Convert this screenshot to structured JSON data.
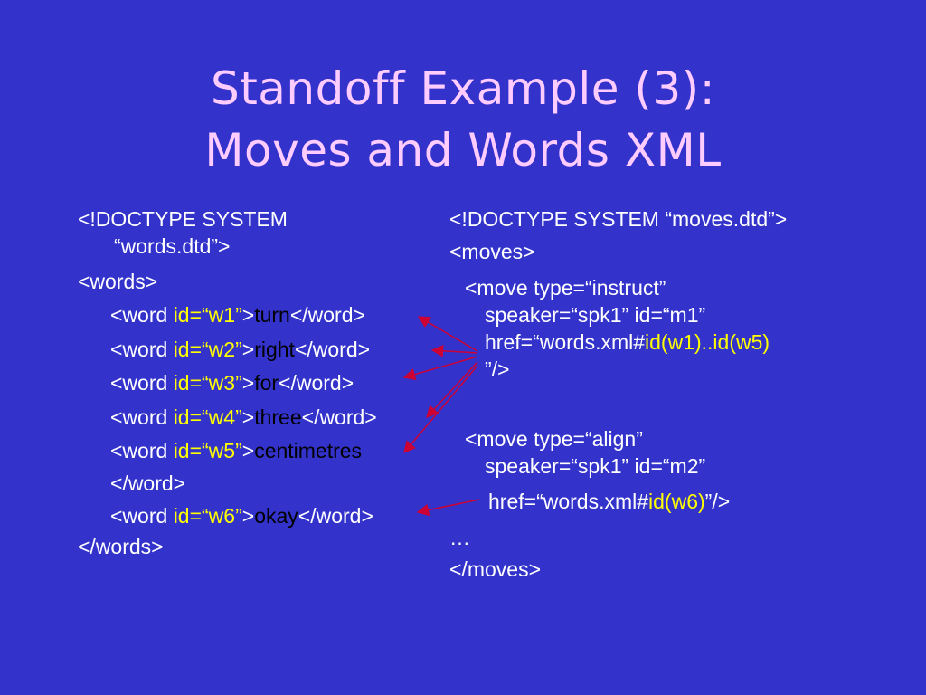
{
  "title": {
    "line1": "Standoff Example (3):",
    "line2": "Moves and Words XML"
  },
  "words_xml": {
    "doctype_line1": "<!DOCTYPE SYSTEM",
    "doctype_line2": "“words.dtd”>",
    "open_tag": "<words>",
    "rows": [
      {
        "pre": "<word ",
        "attr": "id=“w1”",
        "gt": ">",
        "text": "turn",
        "close": "</word>"
      },
      {
        "pre": "<word ",
        "attr": "id=“w2”",
        "gt": ">",
        "text": "right",
        "close": "</word>"
      },
      {
        "pre": "<word ",
        "attr": "id=“w3”",
        "gt": ">",
        "text": "for",
        "close": "</word>"
      },
      {
        "pre": "<word ",
        "attr": "id=“w4”",
        "gt": ">",
        "text": "three",
        "close": "</word>"
      },
      {
        "pre": "<word ",
        "attr": "id=“w5”",
        "gt": ">",
        "text": "centimetres",
        "close": ""
      },
      {
        "pre": "</word>",
        "attr": "",
        "gt": "",
        "text": "",
        "close": ""
      },
      {
        "pre": "<word ",
        "attr": "id=“w6”",
        "gt": ">",
        "text": "okay",
        "close": "</word>"
      }
    ],
    "close_tag": "</words>"
  },
  "moves_xml": {
    "doctype": "<!DOCTYPE SYSTEM “moves.dtd”>",
    "open_tag": "<moves>",
    "move1": {
      "line1": "<move type=“instruct”",
      "line2": "speaker=“spk1” id=“m1”",
      "line3_pre": "href=“words.xml#",
      "line3_href": "id(w1)..id(w5)",
      "line4": "”/>"
    },
    "move2": {
      "line1": "<move type=“align”",
      "line2": "speaker=“spk1” id=“m2”",
      "line3_pre": "href=“words.xml#",
      "line3_href": "id(w6)",
      "line3_post": "”/>"
    },
    "ellipsis": "…",
    "close_tag": "</moves>"
  },
  "colors": {
    "background": "#3333cc",
    "title": "#ffccff",
    "highlight": "#ffff00",
    "arrow": "#cc0033"
  }
}
